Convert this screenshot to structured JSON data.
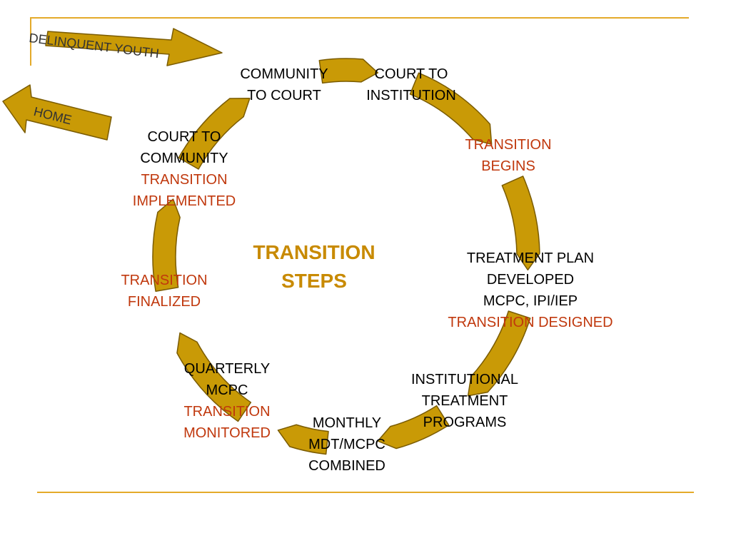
{
  "colors": {
    "frame_line": "#e4aa2a",
    "arrow_fill": "#c99a06",
    "arrow_stroke": "#7a5b00",
    "black_text": "#000000",
    "red_text": "#c0380d",
    "title_text": "#c88a00"
  },
  "nav": {
    "delinquent_youth": "DELINQUENT YOUTH",
    "home": "HOME"
  },
  "center": {
    "line1": "TRANSITION",
    "line2": "STEPS"
  },
  "steps": {
    "community_to_court": {
      "line1": "COMMUNITY",
      "line2": "TO COURT"
    },
    "court_to_institution": {
      "line1": "COURT TO",
      "line2": "INSTITUTION"
    },
    "transition_begins": {
      "line1": "TRANSITION",
      "line2": "BEGINS"
    },
    "treatment_plan": {
      "line1": "TREATMENT PLAN",
      "line2": "DEVELOPED",
      "line3": "MCPC, IPI/IEP",
      "line4": "TRANSITION DESIGNED"
    },
    "institutional_treatment": {
      "line1": "INSTITUTIONAL",
      "line2": "TREATMENT",
      "line3": "PROGRAMS"
    },
    "monthly": {
      "line1": "MONTHLY",
      "line2": "MDT/MCPC",
      "line3": "COMBINED"
    },
    "quarterly": {
      "line1": "QUARTERLY",
      "line2": "MCPC",
      "line3": "TRANSITION",
      "line4": "MONITORED"
    },
    "transition_finalized": {
      "line1": "TRANSITION",
      "line2": "FINALIZED"
    },
    "court_to_community": {
      "line1": "COURT TO",
      "line2": "COMMUNITY",
      "line3": "TRANSITION",
      "line4": "IMPLEMENTED"
    }
  }
}
